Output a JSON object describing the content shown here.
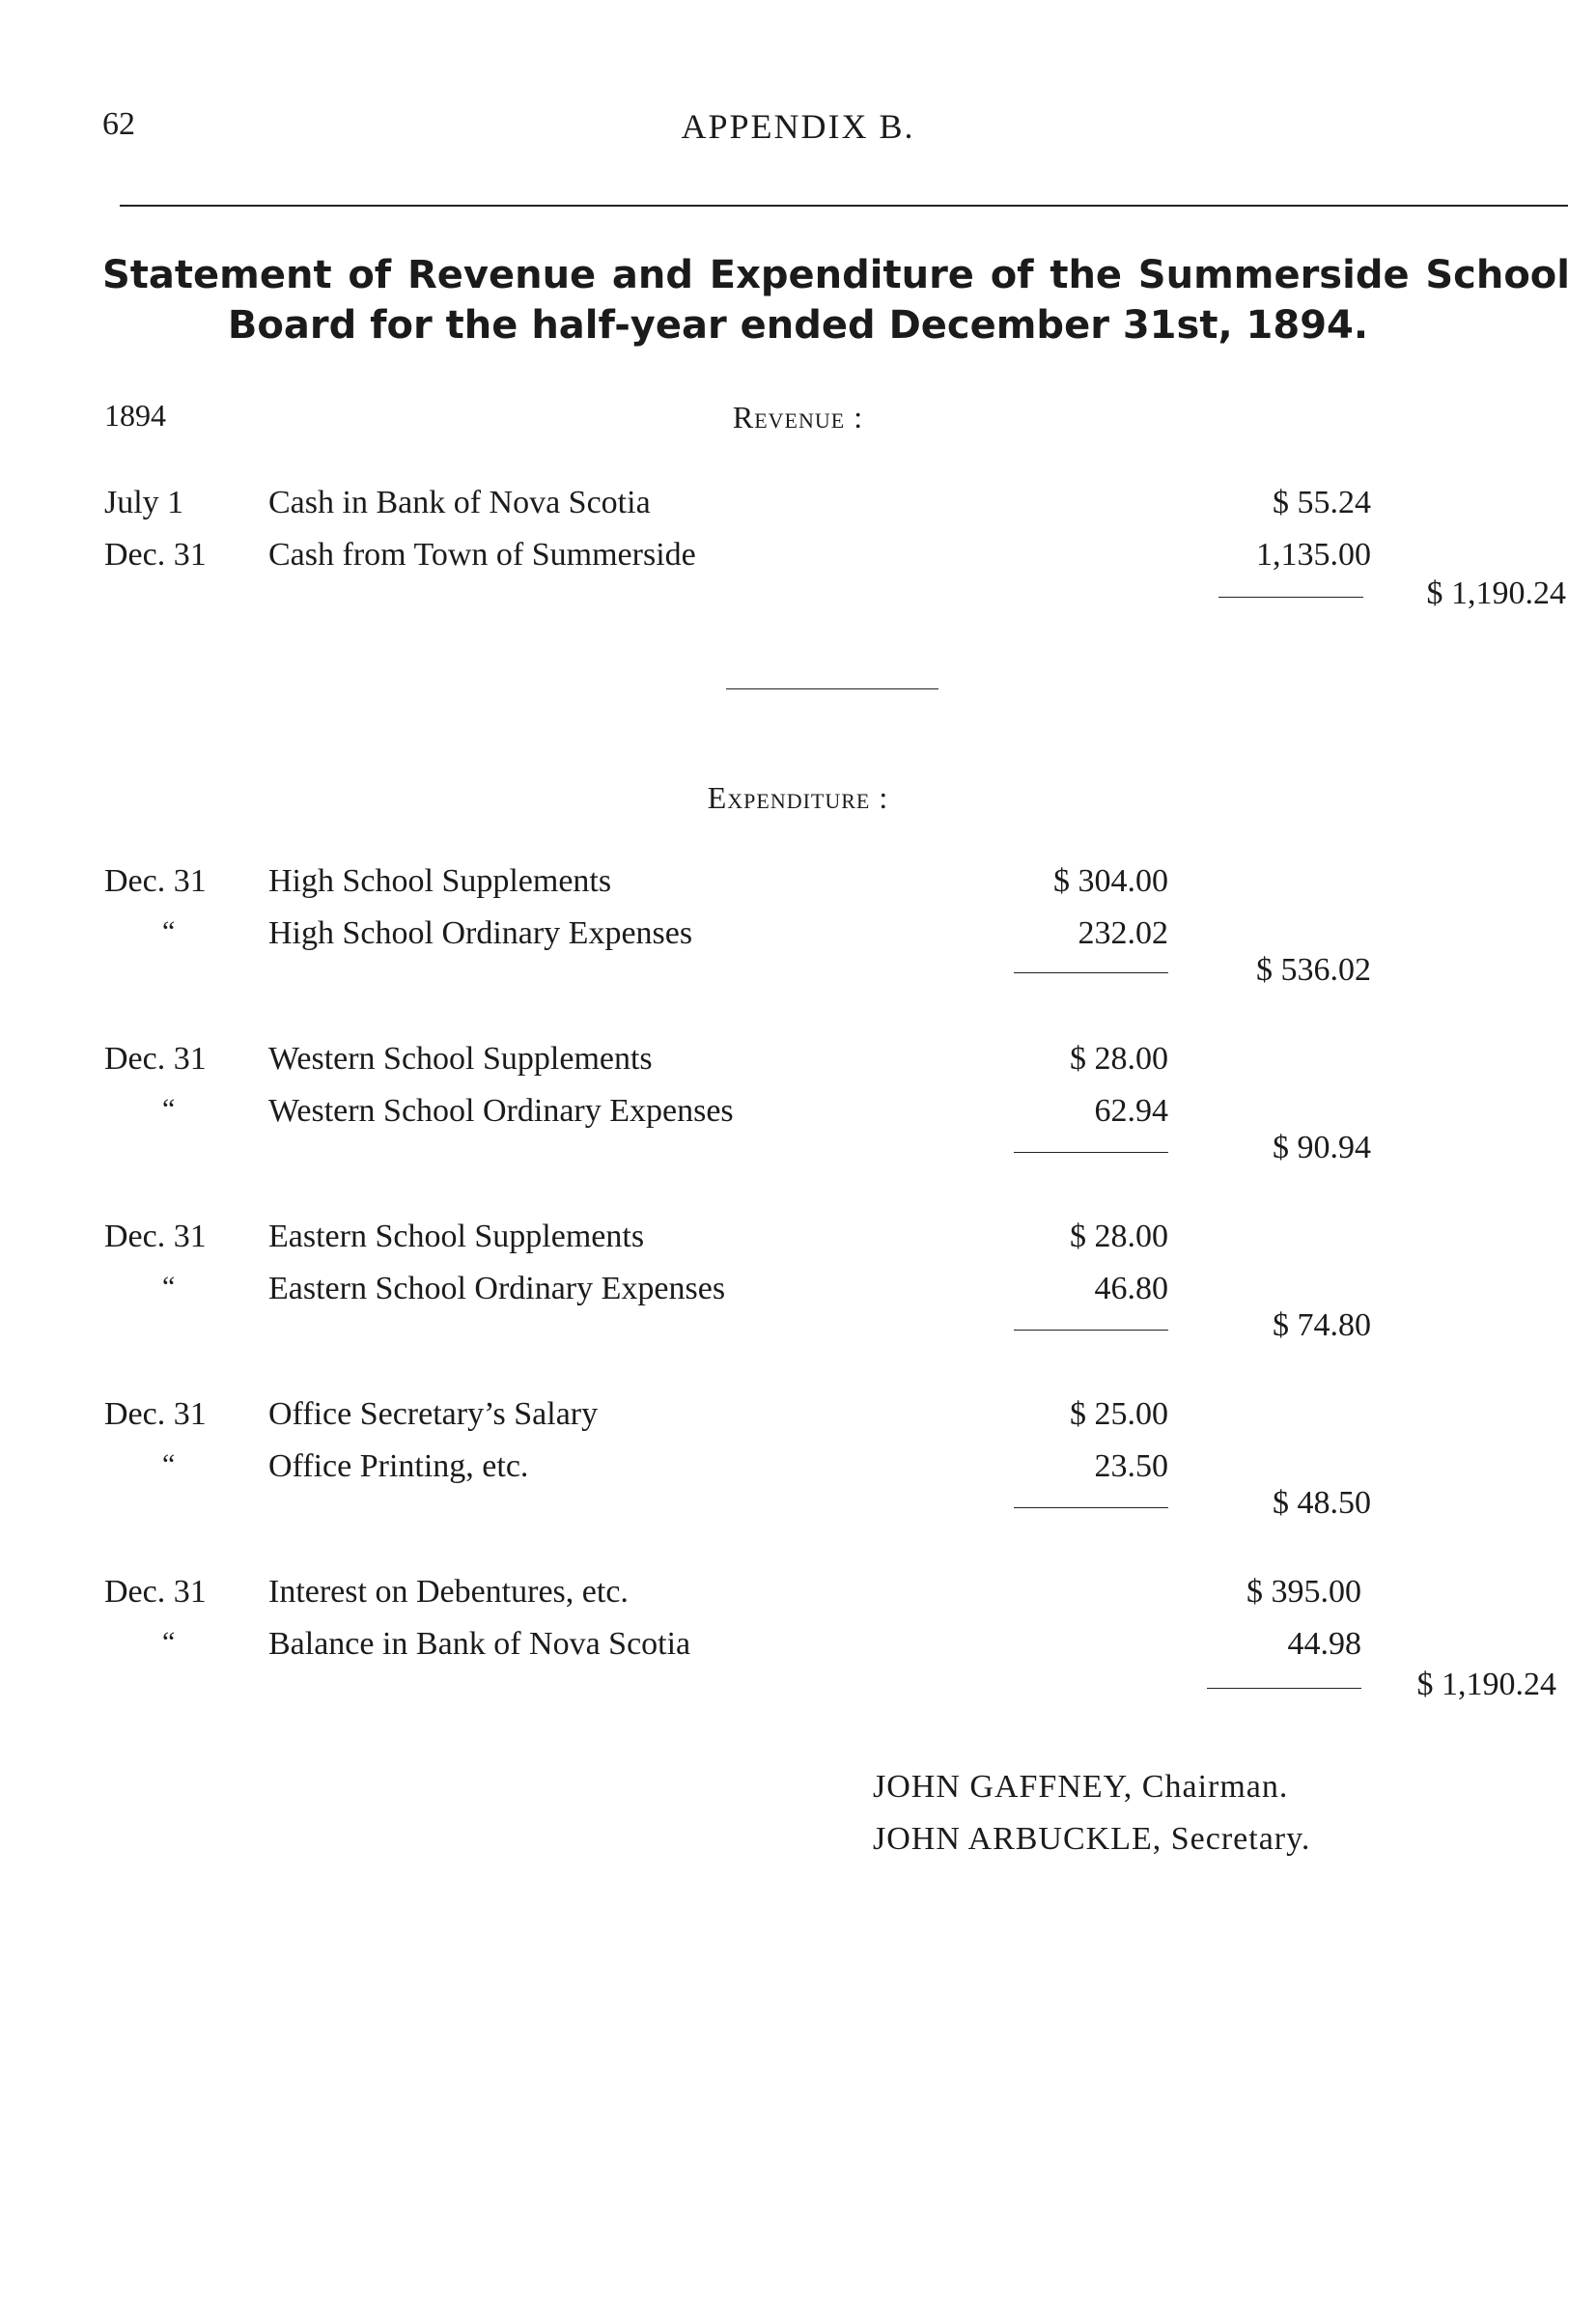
{
  "header": {
    "page_number": "62",
    "running_title": "APPENDIX B."
  },
  "title": {
    "line1": "Statement of Revenue and Expenditure of the Summerside School",
    "line2": "Board for the half-year ended December 31st, 1894."
  },
  "revenue": {
    "year": "1894",
    "heading": "Revenue :",
    "rows": [
      {
        "date": "July 1",
        "desc": "Cash in Bank of Nova Scotia",
        "amount": "$ 55.24"
      },
      {
        "date": "Dec. 31",
        "desc": "Cash from Town of Summerside",
        "amount": "1,135.00"
      }
    ],
    "total": "$ 1,190.24"
  },
  "expenditure": {
    "heading": "Expenditure :",
    "groups": [
      {
        "date": "Dec. 31",
        "ditto": "“",
        "row1_desc": "High School Supplements",
        "row1_amt": "$ 304.00",
        "row2_desc": "High School Ordinary Expenses",
        "row2_amt": "232.02",
        "subtotal": "$ 536.02"
      },
      {
        "date": "Dec. 31",
        "ditto": "“",
        "row1_desc": "Western School Supplements",
        "row1_amt": "$ 28.00",
        "row2_desc": "Western School Ordinary Expenses",
        "row2_amt": "62.94",
        "subtotal": "$ 90.94"
      },
      {
        "date": "Dec. 31",
        "ditto": "“",
        "row1_desc": "Eastern School Supplements",
        "row1_amt": "$ 28.00",
        "row2_desc": "Eastern School Ordinary Expenses",
        "row2_amt": "46.80",
        "subtotal": "$ 74.80"
      },
      {
        "date": "Dec. 31",
        "ditto": "“",
        "row1_desc": "Office Secretary’s Salary",
        "row1_amt": "$ 25.00",
        "row2_desc": "Office Printing, etc.",
        "row2_amt": "23.50",
        "subtotal": "$ 48.50"
      }
    ],
    "final": {
      "date": "Dec. 31",
      "ditto": "“",
      "row1_desc": "Interest on Debentures, etc.",
      "row1_amt": "$ 395.00",
      "row2_desc": "Balance in Bank of Nova Scotia",
      "row2_amt": "44.98",
      "total": "$ 1,190.24"
    }
  },
  "signatures": {
    "chairman": "JOHN GAFFNEY, Chairman.",
    "secretary": "JOHN ARBUCKLE, Secretary."
  }
}
